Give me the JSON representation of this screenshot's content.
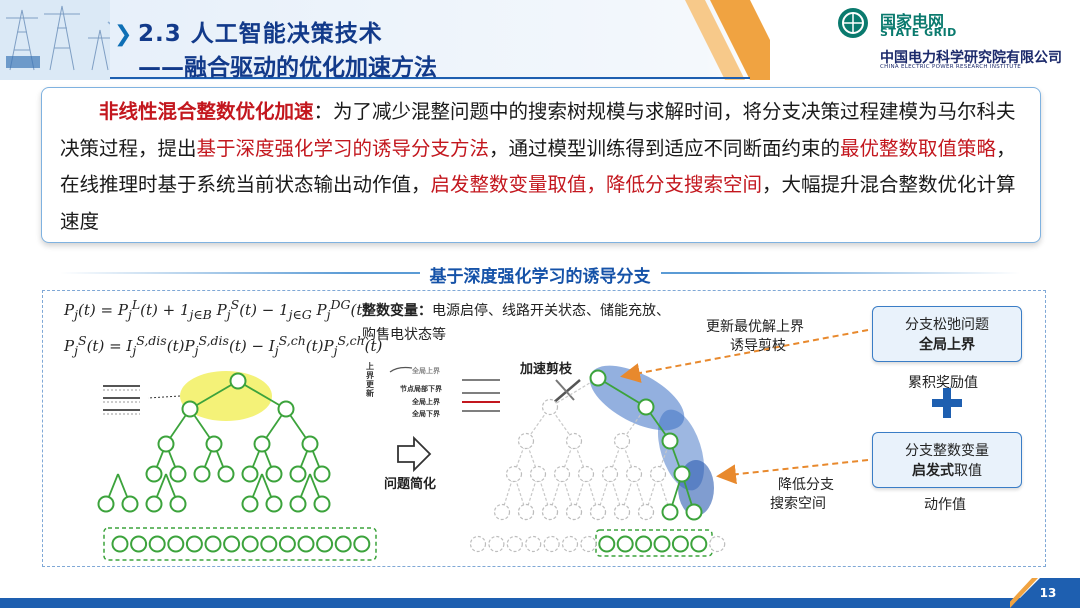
{
  "header": {
    "title": "2.3 人工智能决策技术",
    "subtitle": "——融合驱动的优化加速方法",
    "logo1_cn": "国家电网",
    "logo1_en": "STATE GRID",
    "logo2_cn": "中国电力科学研究院有限公司",
    "logo2_en": "CHINA ELECTRIC POWER RESEARCH INSTITUTE"
  },
  "summary": {
    "s1": "非线性混合整数优化加速",
    "s2": "：为了减少混整问题中的搜索树规模与求解时间，将分支决策过程建模为马尔科夫决策过程，提出",
    "s3": "基于深度强化学习的诱导分支方法",
    "s4": "，通过模型训练得到适应不同断面约束的",
    "s5": "最优整数取值策略",
    "s6": "，在线推理时基于系统当前状态输出动作值，",
    "s7": "启发整数变量取值，降低分支搜索空间",
    "s8": "，大幅提升混合整数优化计算速度"
  },
  "section_title": "基于深度强化学习的诱导分支",
  "diagram": {
    "int_var_label": "整数变量：",
    "int_var_text": "电源启停、线路开关状态、储能充放、购售电状态等",
    "vertical_label": "上界更新",
    "legend": [
      "全局上界",
      "节点局部下界",
      "全局上界",
      "全局下界"
    ],
    "accel_prune": "加速剪枝",
    "problem_simplify": "问题简化",
    "update_bound_1": "更新最优解上界",
    "update_bound_2": "诱导剪枝",
    "reduce_1": "降低分支",
    "reduce_2": "搜索空间",
    "box1_line1": "分支松弛问题",
    "box1_line2": "全局上界",
    "reward": "累积奖励值",
    "box2_line1": "分支整数变量",
    "box2_line2a": "启发式",
    "box2_line2b": "取值",
    "action": "动作值"
  },
  "page_number": "13",
  "colors": {
    "accent_blue": "#1552a8",
    "highlight_red": "#c3171e",
    "node_green": "#3ca33c",
    "arrow_orange": "#e8892d"
  }
}
